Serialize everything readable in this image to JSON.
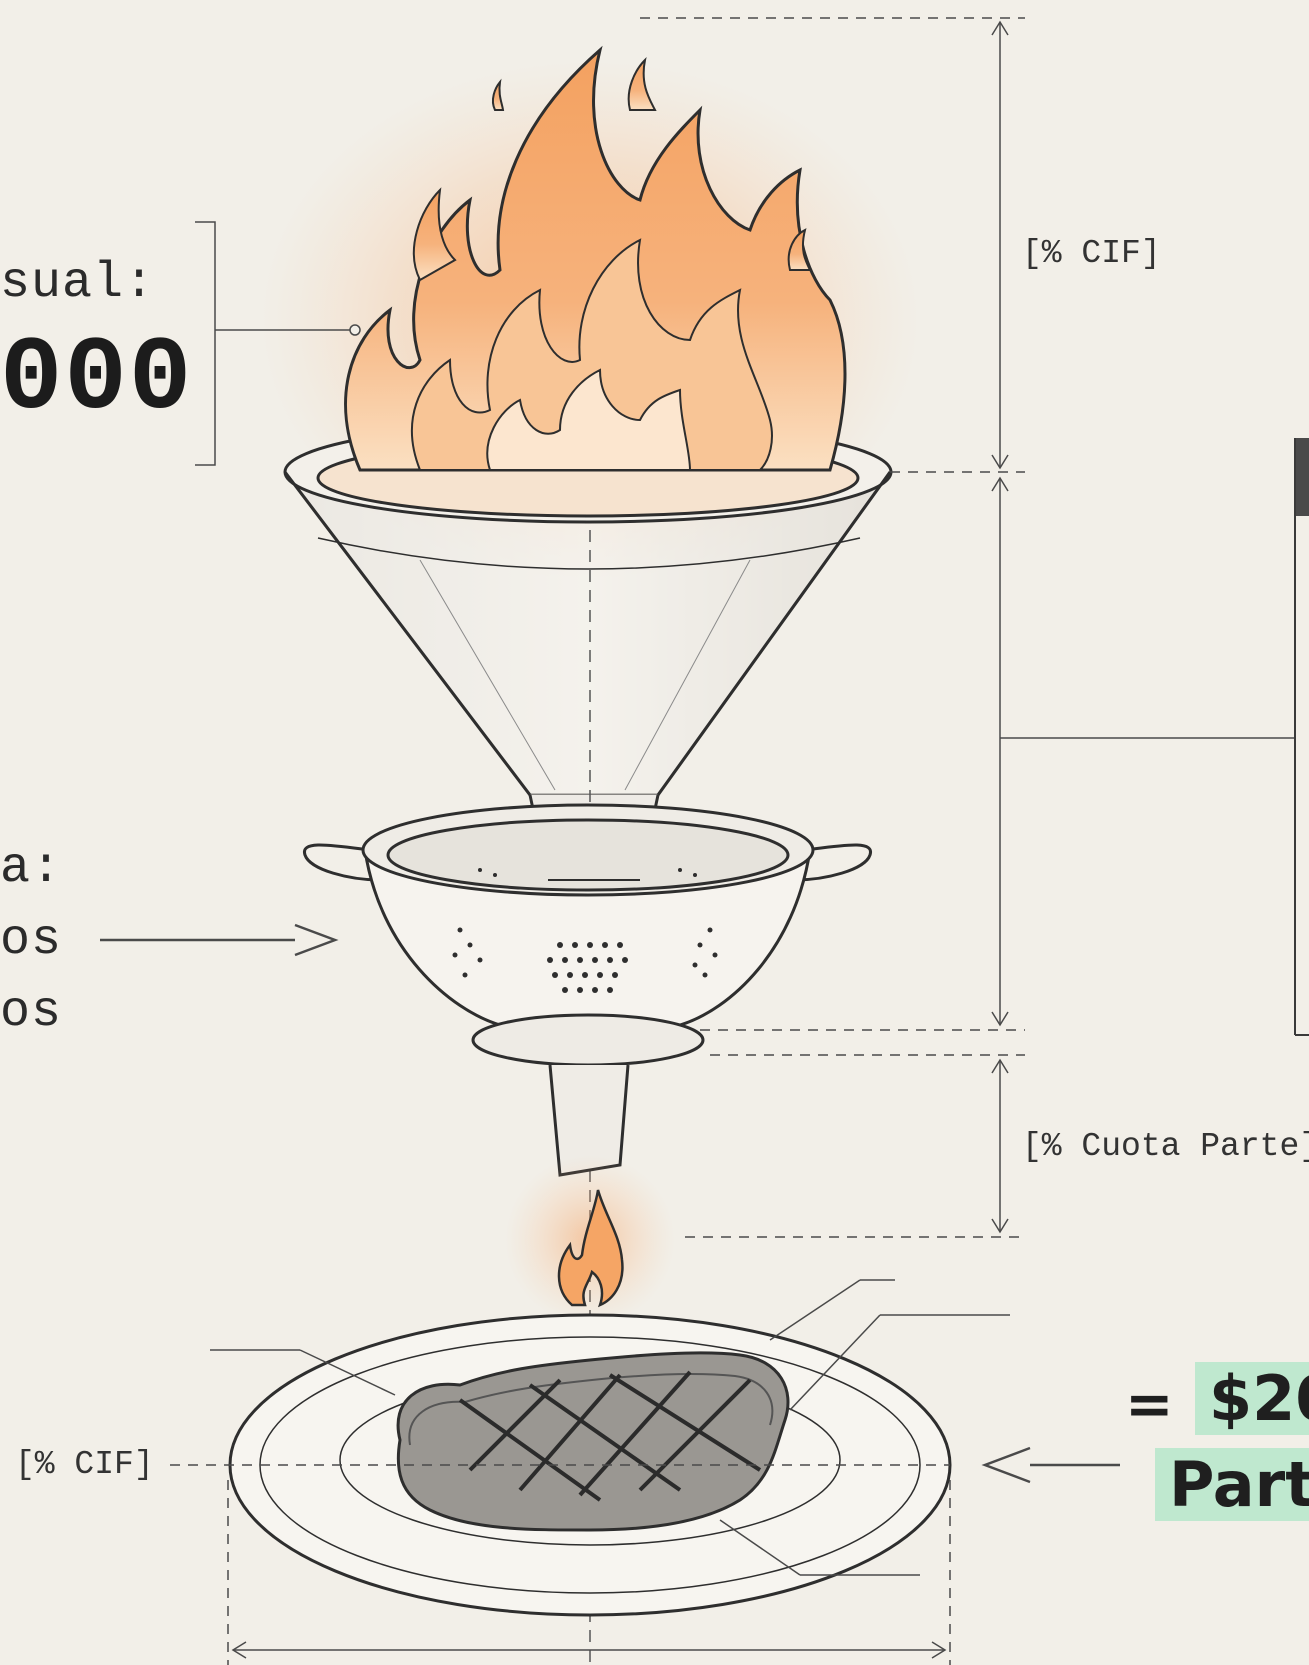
{
  "left_labels": {
    "top_fragment": "sual:",
    "top_value_fragment": "000",
    "mid_line1": "a:",
    "mid_line2": "os",
    "mid_line3": "os"
  },
  "dimensions": {
    "top_right": "[% CIF]",
    "middle_right": "[% Cuota Parte]",
    "plate_left": "[% CIF]"
  },
  "result": {
    "equals": "=",
    "value_fragment": "$20",
    "label_fragment": "Part"
  },
  "colors": {
    "background": "#f2efe8",
    "ink": "#2b2b2b",
    "flame": "#f19a55",
    "highlight": "#bfe8cf"
  }
}
